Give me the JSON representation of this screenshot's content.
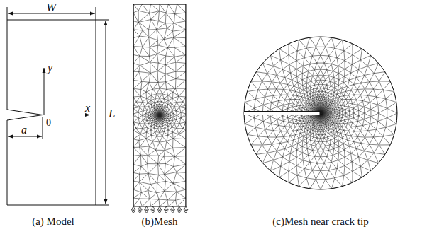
{
  "diagram": {
    "labels": [
      "W",
      "L",
      "y",
      "x",
      "a",
      "0",
      "(a) Model",
      "(b)Mesh",
      "(c)Mesh near crack tip"
    ]
  }
}
